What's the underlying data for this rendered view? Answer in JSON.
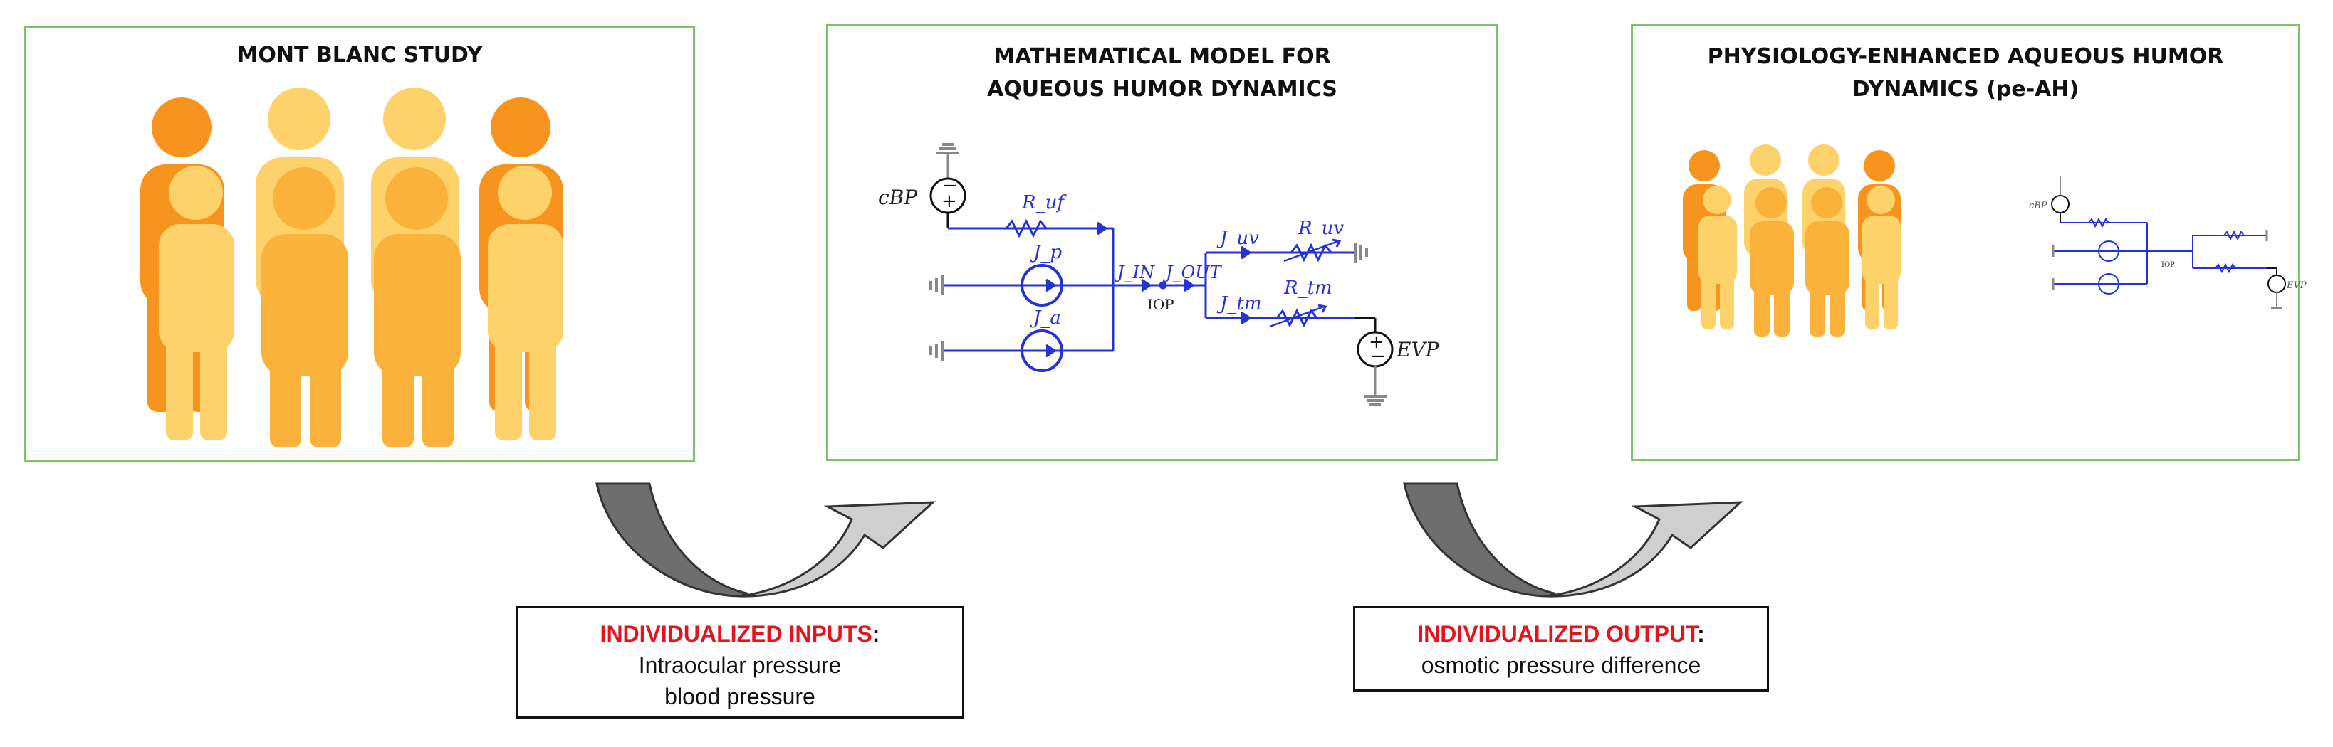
{
  "panels": {
    "study": {
      "title": "MONT BLANC STUDY"
    },
    "model": {
      "title": "MATHEMATICAL MODEL FOR\nAQUEOUS HUMOR DYNAMICS"
    },
    "enhanced": {
      "title": "PHYSIOLOGY-ENHANCED AQUEOUS HUMOR\nDYNAMICS (pe-AH)"
    }
  },
  "inputs_box": {
    "heading": "INDIVIDUALIZED INPUTS",
    "colon": ":",
    "lines": [
      "Intraocular pressure",
      "blood pressure"
    ]
  },
  "output_box": {
    "heading": "INDIVIDUALIZED OUTPUT",
    "colon": ":",
    "lines": [
      "osmotic pressure difference"
    ]
  },
  "circuit": {
    "cbp": "cBP",
    "ruf": "R_uf",
    "jp": "J_p",
    "ja": "J_a",
    "jin": "J_IN",
    "jout": "J_OUT",
    "iop": "IOP",
    "juv": "J_uv",
    "ruv": "R_uv",
    "jtm": "J_tm",
    "rtm": "R_tm",
    "evp": "EVP"
  },
  "colors": {
    "panel_border": "#7cc46a",
    "circuit": "#2433d8",
    "ground": "#888888",
    "heading_red": "#e8121b",
    "arrow_fill_dark": "#6e6e6e",
    "arrow_fill_light": "#cfcfcf",
    "people_light": "#fdd26a",
    "people_mid": "#fbb23a",
    "people_dark": "#f7941d"
  }
}
